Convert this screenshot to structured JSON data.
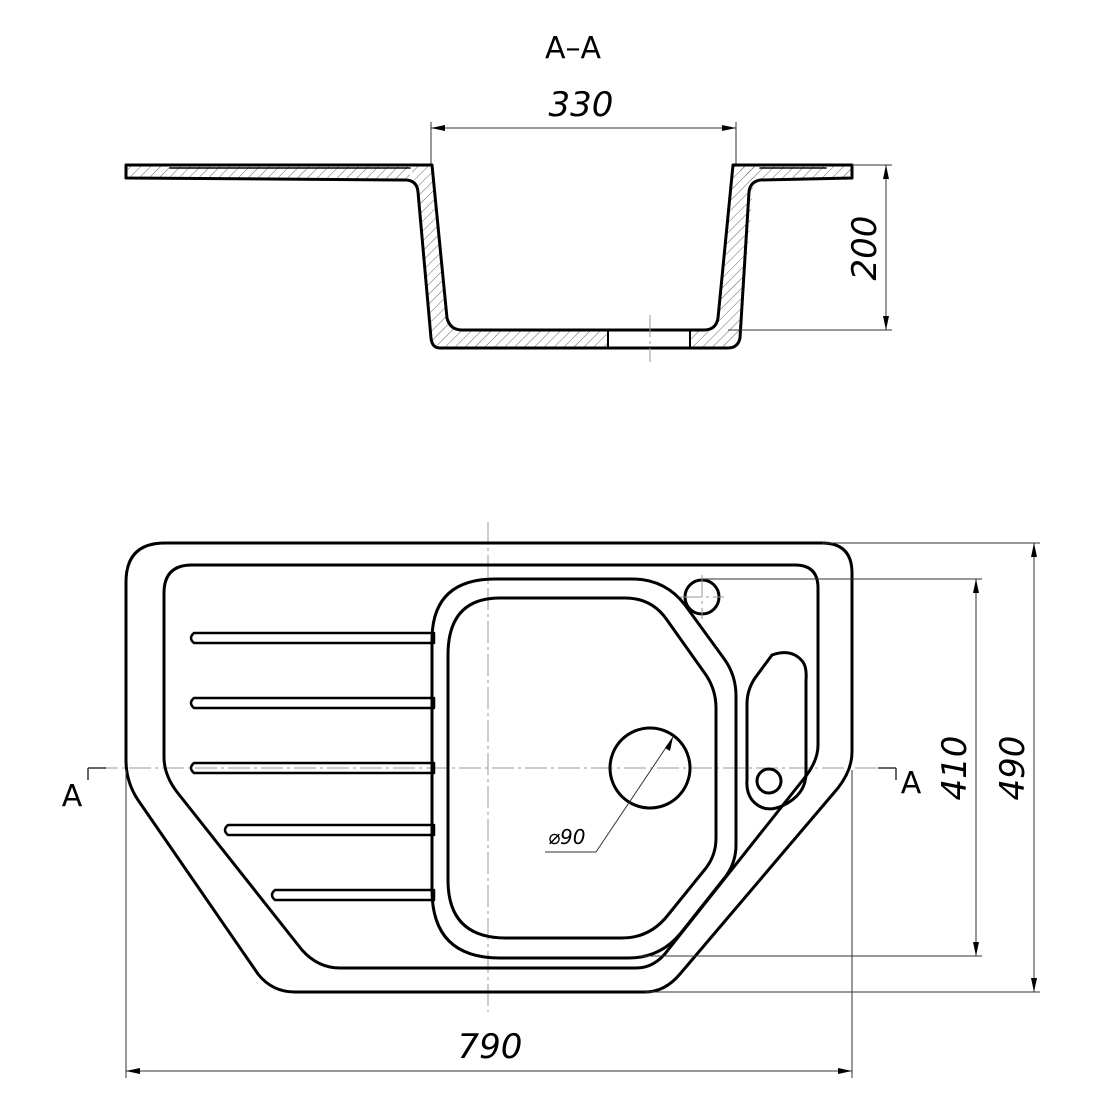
{
  "section": {
    "title": "A–A",
    "width_label": "330",
    "depth_label": "200"
  },
  "plan": {
    "overall_width_label": "790",
    "overall_depth_label": "490",
    "bowl_depth_label": "410",
    "drain_label": "⌀90",
    "cut_marker_left": "A",
    "cut_marker_right": "A"
  }
}
